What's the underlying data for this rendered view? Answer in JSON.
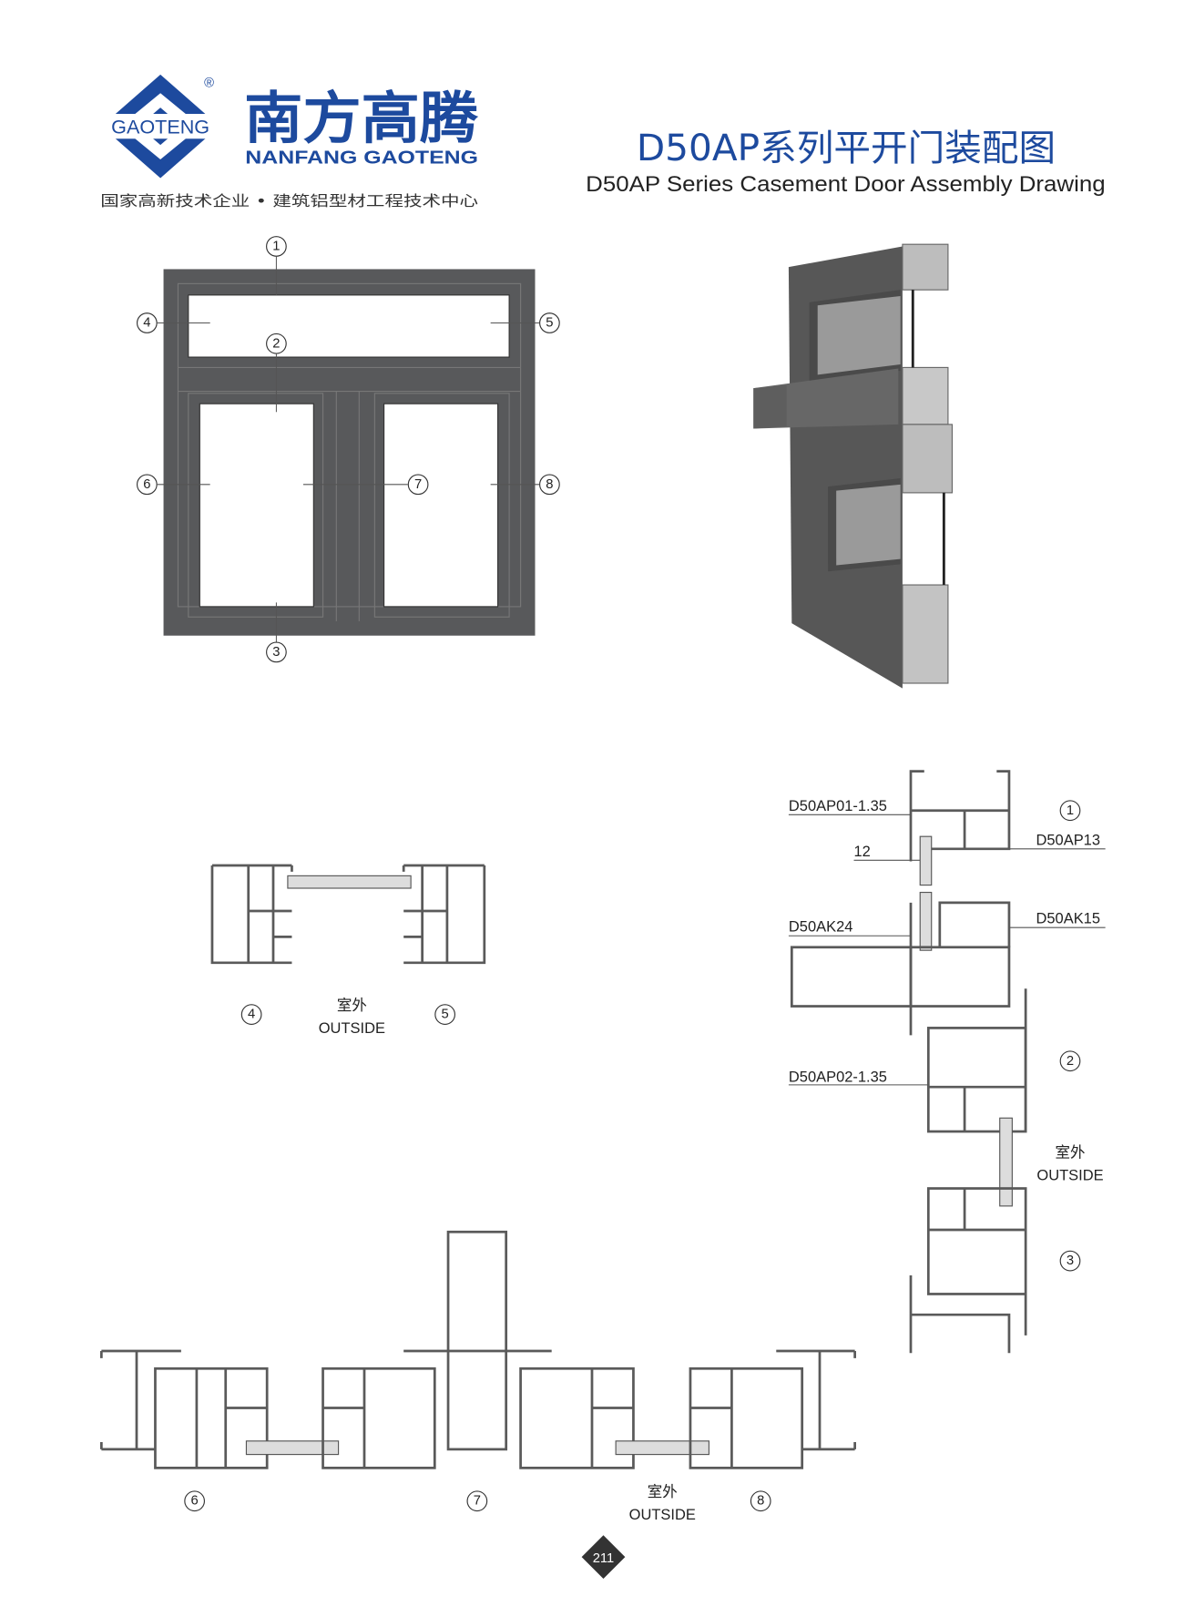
{
  "logo": {
    "emblem_text": "GAOTENG",
    "registered": "®",
    "name_cn": "南方高腾",
    "name_en": "NANFANG GAOTENG",
    "tagline": "国家高新技术企业 • 建筑铝型材工程技术中心"
  },
  "header": {
    "title_cn": "D50AP系列平开门装配图",
    "title_en": "D50AP Series Casement Door Assembly Drawing"
  },
  "elevation": {
    "callouts": [
      "1",
      "2",
      "3",
      "4",
      "5",
      "6",
      "7",
      "8"
    ]
  },
  "section_top": {
    "left_num": "4",
    "right_num": "5",
    "outside_cn": "室外",
    "outside_en": "OUTSIDE"
  },
  "section_bottom": {
    "num6": "6",
    "num7": "7",
    "num8": "8",
    "outside_cn": "室外",
    "outside_en": "OUTSIDE"
  },
  "section_vertical": {
    "part_ap01": "D50AP01-1.35",
    "part_ap13": "D50AP13",
    "dim_12": "12",
    "part_ak24": "D50AK24",
    "part_ak15": "D50AK15",
    "part_ap02": "D50AP02-1.35",
    "num1": "1",
    "num2": "2",
    "num3": "3",
    "outside_cn": "室外",
    "outside_en": "OUTSIDE"
  },
  "colors": {
    "brand": "#1d4a9e",
    "frame": "#58595b"
  },
  "page_number": "211"
}
